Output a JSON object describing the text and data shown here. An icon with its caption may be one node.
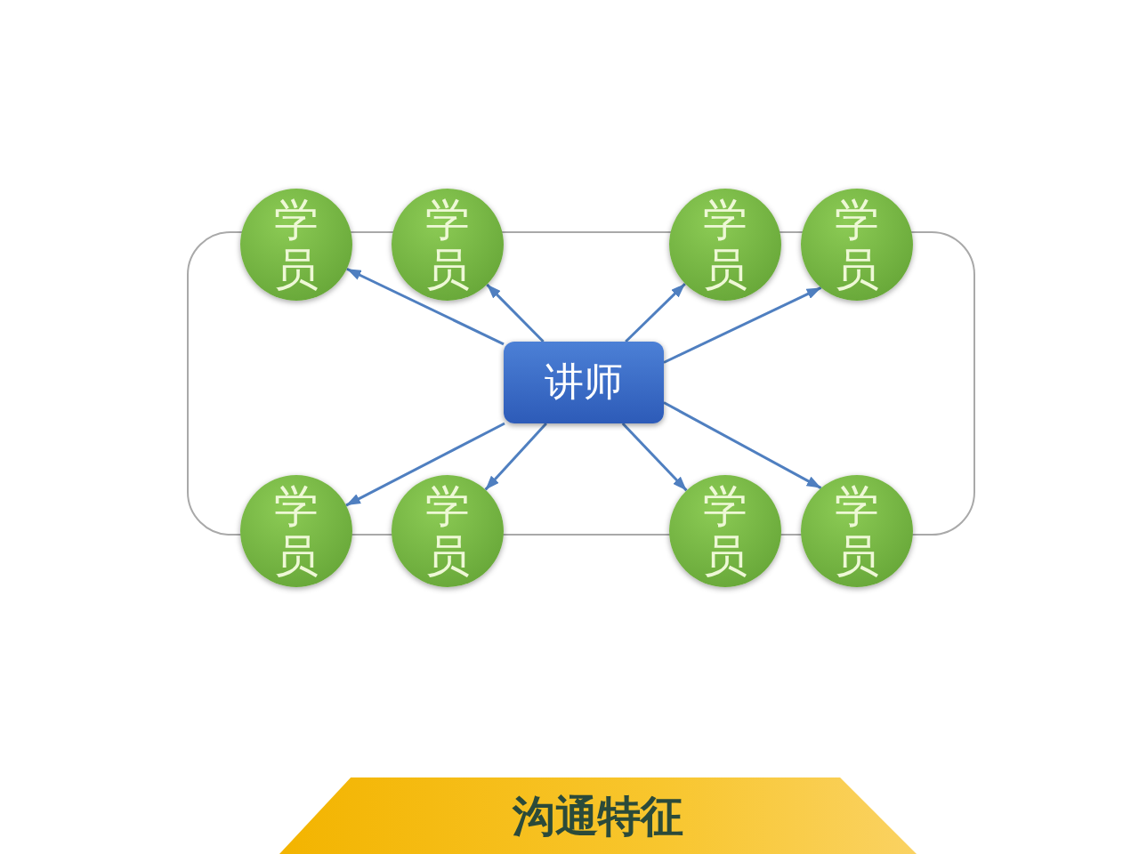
{
  "diagram": {
    "nodes": [
      {
        "text": [
          "学员"
        ]
      },
      {
        "text": [
          "学员"
        ]
      },
      {
        "text": [
          "学员"
        ]
      },
      {
        "text": [
          "学员"
        ]
      },
      {
        "text": [
          "讲师"
        ]
      },
      {
        "text": [
          "学员"
        ]
      },
      {
        "text": [
          "学员"
        ]
      },
      {
        "text": [
          "学员"
        ]
      },
      {
        "text": [
          "学员"
        ]
      },
      {
        "text": [
          "沟通特征"
        ]
      }
    ],
    "edges": [
      {
        "from": 4,
        "to": 0,
        "arrow": "to"
      },
      {
        "from": 4,
        "to": 1,
        "arrow": "to"
      },
      {
        "from": 4,
        "to": 2,
        "arrow": "to"
      },
      {
        "from": 4,
        "to": 3,
        "arrow": "to"
      },
      {
        "from": 4,
        "to": 5,
        "arrow": "to"
      },
      {
        "from": 4,
        "to": 6,
        "arrow": "to"
      },
      {
        "from": 4,
        "to": 7,
        "arrow": "to"
      },
      {
        "from": 4,
        "to": 8,
        "arrow": "to"
      }
    ]
  }
}
